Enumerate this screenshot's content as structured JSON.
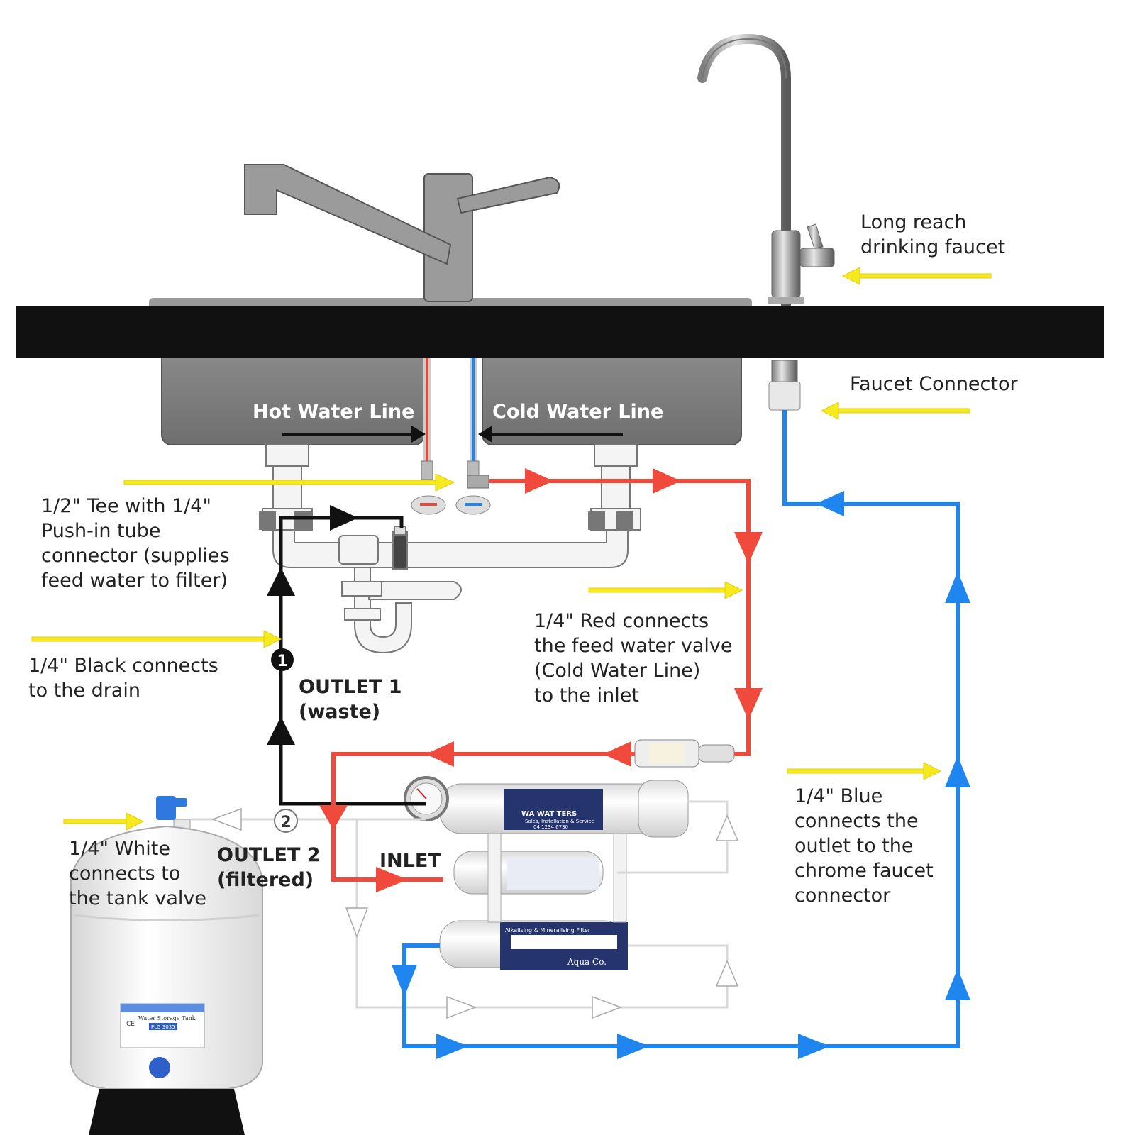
{
  "labels": {
    "drinking_faucet": [
      "Long reach",
      "drinking faucet"
    ],
    "faucet_connector": "Faucet Connector",
    "hot_water_line": "Hot Water Line",
    "cold_water_line": "Cold Water Line",
    "tee_connector": [
      "1/2\" Tee with 1/4\"",
      "Push-in tube",
      "connector (supplies",
      "feed water to filter)"
    ],
    "black_line": [
      "1/4\" Black connects",
      "to the drain"
    ],
    "outlet1": [
      "OUTLET 1",
      "(waste)"
    ],
    "red_line": [
      "1/4\" Red connects",
      "the feed water valve",
      "(Cold Water Line)",
      "to the inlet"
    ],
    "blue_line": [
      "1/4\" Blue",
      "connects the",
      "outlet to the",
      "chrome faucet",
      "connector"
    ],
    "white_line": [
      "1/4\" White",
      "connects to",
      "the tank valve"
    ],
    "outlet2": [
      "OUTLET 2",
      "(filtered)"
    ],
    "inlet": "INLET",
    "badge_1": "1",
    "badge_2": "2"
  },
  "filter_labels": {
    "stage1_brand": "WA WAT    TERS",
    "stage1_sub": "Sales, Installation & Service",
    "stage1_phone": "04 1234 6730",
    "stage3_title": "Alkalising & Mineralising Filter",
    "brand": "Aqua Co."
  },
  "tank_label": {
    "title": "Water Storage Tank",
    "model": "PLG 3035",
    "mark": "CE"
  },
  "colors": {
    "red_line": "#ef4a3c",
    "blue_line": "#1f86f0",
    "black_line": "#111111",
    "white_line": "#e6e6e6",
    "yellow_arrow": "#f6ea1e",
    "counter": "#111111",
    "sink": "#8a8a8a"
  }
}
